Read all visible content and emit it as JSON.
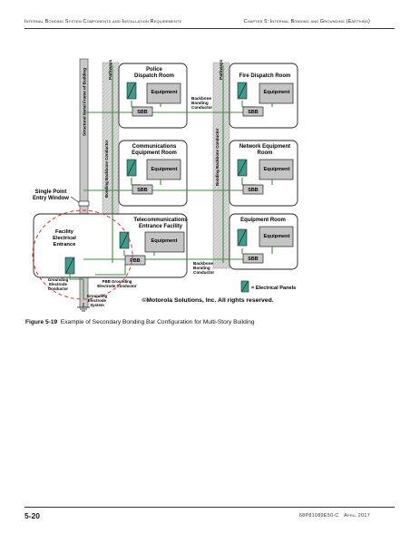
{
  "header": {
    "left": "Internal Bonding System Components and Installation Requirements",
    "right": "Chapter 5: Internal Bonding and Grounding (Earthing)"
  },
  "diagram": {
    "structural_frame": "Structural Metal Frame of Building",
    "pathways": "Pathways",
    "bonding_backbone_conductor": "Bonding Backbone Conductor",
    "backbone_bonding_conductor": [
      "Backbone",
      "Bonding",
      "Conductor"
    ],
    "rooms": {
      "police": [
        "Police",
        "Dispatch Room"
      ],
      "fire": "Fire Dispatch Room",
      "comms": [
        "Communications",
        "Equipment Room"
      ],
      "network": [
        "Network Equipment",
        "Room"
      ],
      "telecom": [
        "Telecommunications",
        "Entrance Facility"
      ],
      "equipment_room": "Equipment Room"
    },
    "equipment": "Equipment",
    "sbb": "SBB",
    "pbb": "PBB",
    "single_point_entry": [
      "Single Point",
      "Entry Window"
    ],
    "facility_electrical_entrance": [
      "Facility",
      "Electrical",
      "Entrance"
    ],
    "grounding_electrode_conductor": [
      "Grounding",
      "Electrode",
      "Conductor"
    ],
    "pbb_grounding_electrode_conductor": [
      "PBB Grounding",
      "Electrode Conductor"
    ],
    "grounding_electrode_system": [
      "Grounding",
      "Electrode",
      "System"
    ],
    "legend": "= Electrical Panels",
    "copyright": "©Motorola Solutions, Inc. All rights reserved."
  },
  "caption": {
    "label": "Figure 5-19",
    "text": "Example of Secondary Bonding Bar Configuration for Multi-Story Building"
  },
  "footer": {
    "page": "5-20",
    "doc_id": "68P81089E50-C",
    "date": "April 2017"
  },
  "colors": {
    "green_conductor": "#3f8f3a",
    "panel_teal": "#3f9c8c",
    "frame_gray": "#c8c8c8",
    "red_dashed": "#d33a2c"
  }
}
